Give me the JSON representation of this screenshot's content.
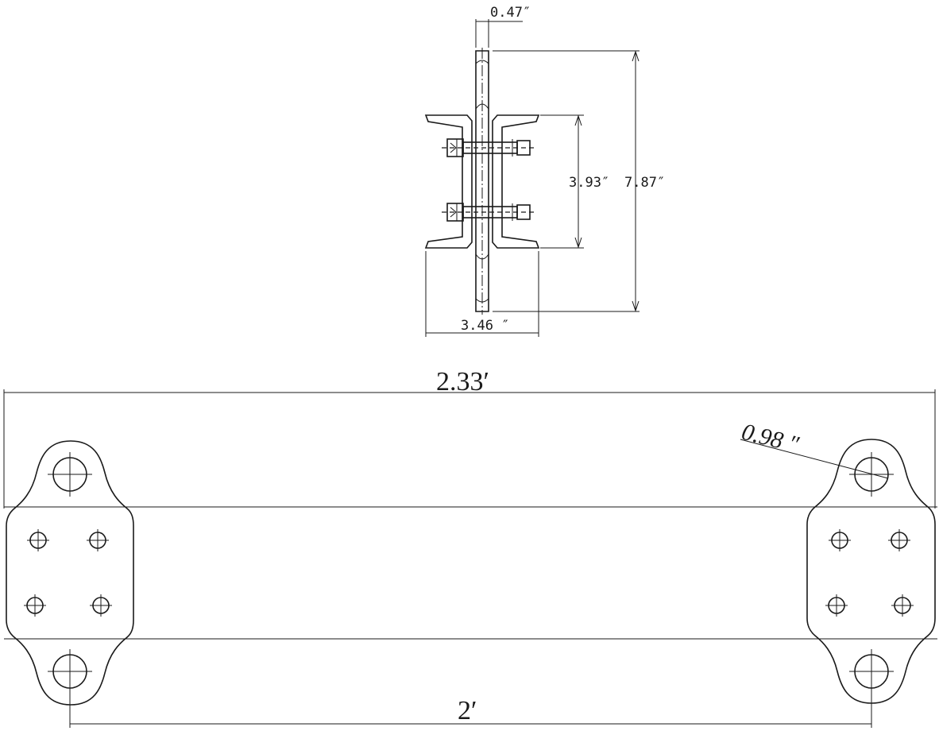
{
  "dimensions": {
    "plate_thickness": "0.47″",
    "bolt_spacing": "3.93″",
    "plate_height": "7.87″",
    "flange_width": "3.46 ″",
    "overall_length": "2.33′",
    "hole_diameter": "0.98 ″",
    "hole_spacing": "2′"
  }
}
